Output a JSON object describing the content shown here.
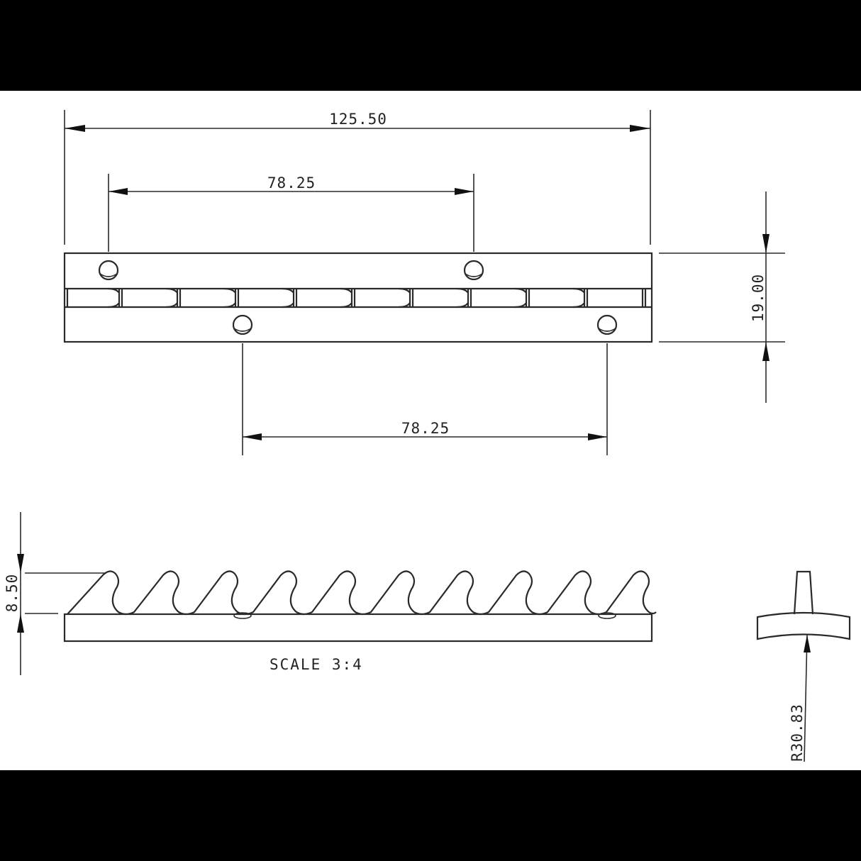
{
  "drawing": {
    "title": "Piano hinge technical drawing",
    "colors": {
      "background": "#ffffff",
      "line": "#2a2a2a",
      "frame": "#000000"
    },
    "top_view": {
      "overall_length_label": "125.50",
      "upper_hole_spacing_label": "78.25",
      "lower_hole_spacing_label": "78.25",
      "width_label": "19.00",
      "knuckle_count": 10,
      "hole_count": 4
    },
    "side_view": {
      "height_label": "8.50",
      "scale_label": "SCALE 3:4",
      "wave_count": 10
    },
    "end_view": {
      "radius_label": "R30.83"
    }
  }
}
